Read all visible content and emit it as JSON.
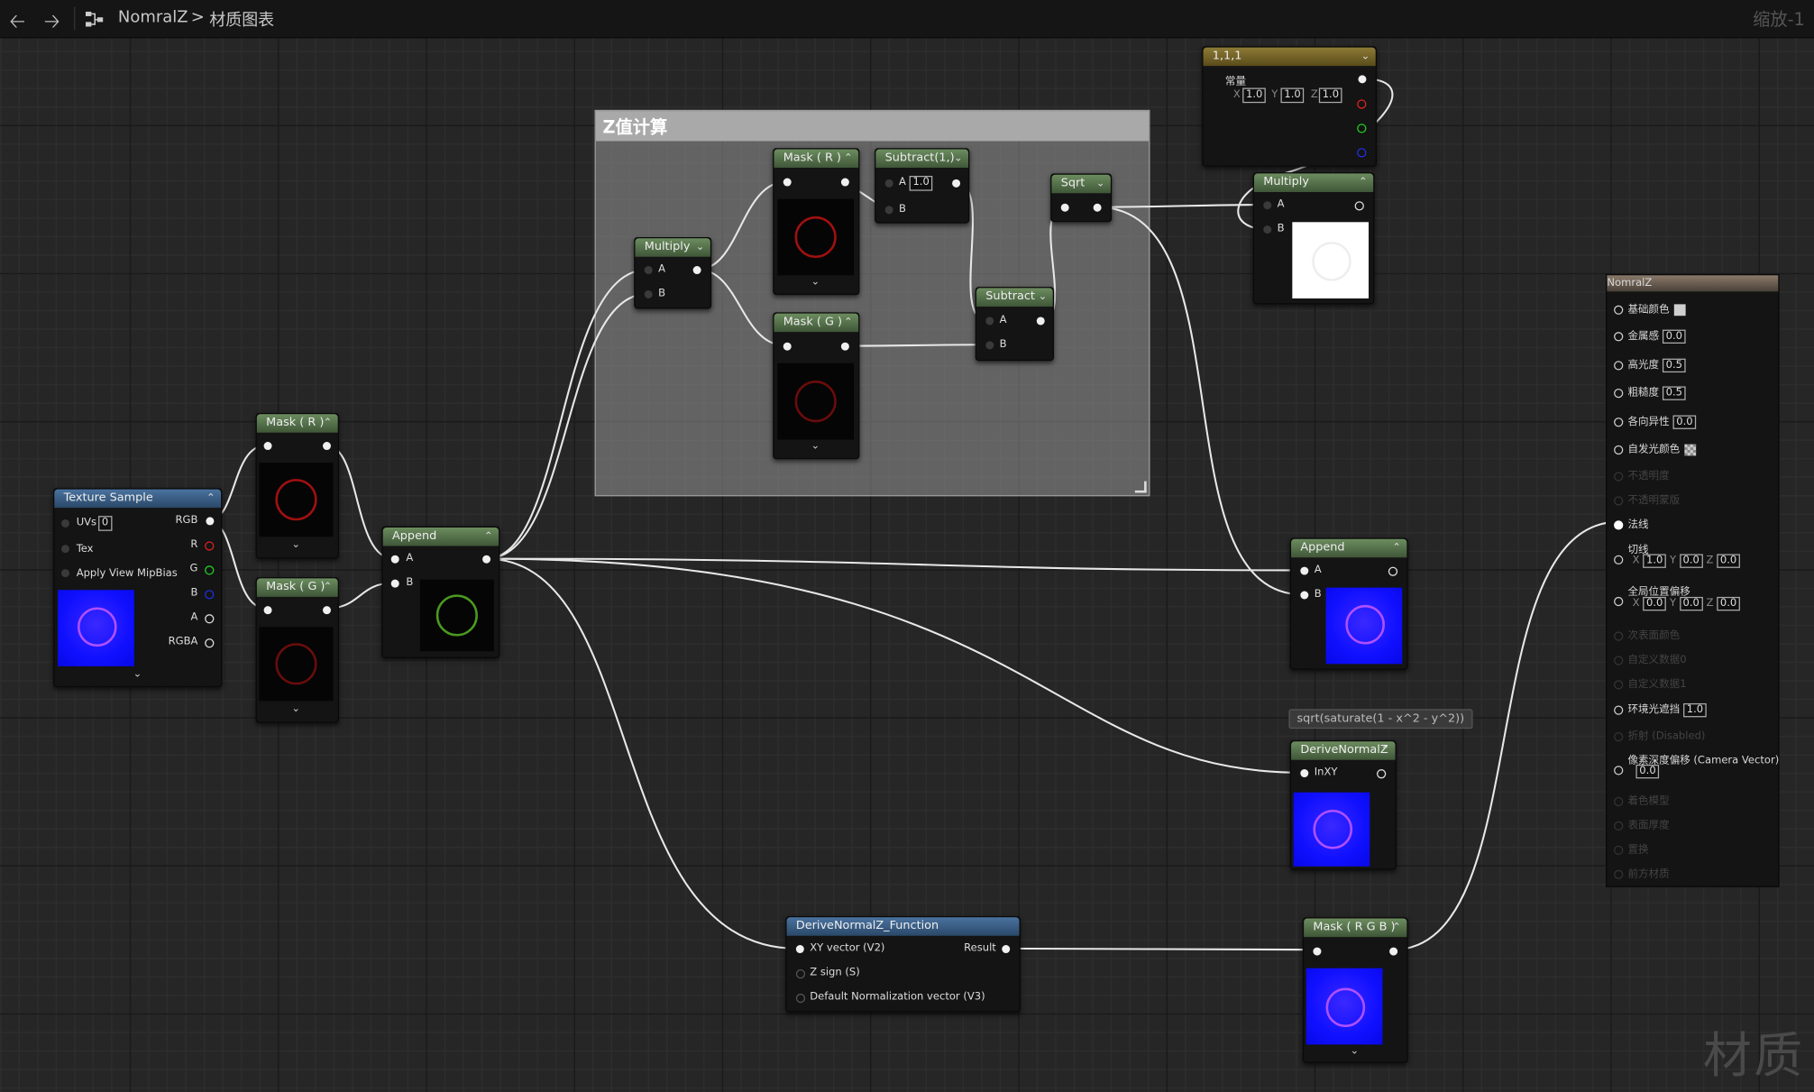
{
  "toolbar": {
    "back_icon": "arrow-left-icon",
    "forward_icon": "arrow-right-icon",
    "graph_icon": "material-graph-icon",
    "breadcrumb": [
      "NomralZ",
      "材质图表"
    ],
    "separator": ">",
    "zoom": "缩放-1"
  },
  "watermark": "材质",
  "comment": {
    "title": "Z值计算"
  },
  "nodes": {
    "texture_sample": {
      "title": "Texture Sample",
      "inputs": [
        "UVs",
        "Tex",
        "Apply View MipBias"
      ],
      "uvs_value": "0",
      "outputs": [
        "RGB",
        "R",
        "G",
        "B",
        "A",
        "RGBA"
      ]
    },
    "mask_r_left": {
      "title": "Mask ( R )"
    },
    "mask_g_left": {
      "title": "Mask ( G )"
    },
    "append_left": {
      "title": "Append",
      "inputs": [
        "A",
        "B"
      ]
    },
    "multiply_group": {
      "title": "Multiply",
      "inputs": [
        "A",
        "B"
      ]
    },
    "mask_r_group": {
      "title": "Mask ( R )"
    },
    "mask_g_group": {
      "title": "Mask ( G )"
    },
    "subtract_one": {
      "title": "Subtract(1,)",
      "a_label": "A",
      "a_value": "1.0",
      "b_label": "B"
    },
    "subtract": {
      "title": "Subtract",
      "inputs": [
        "A",
        "B"
      ]
    },
    "sqrt": {
      "title": "Sqrt"
    },
    "constant": {
      "title": "1,1,1",
      "label": "常量",
      "x_label": "X",
      "x": "1.0",
      "y_label": "Y",
      "y": "1.0",
      "z_label": "Z",
      "z": "1.0"
    },
    "multiply_top": {
      "title": "Multiply",
      "inputs": [
        "A",
        "B"
      ]
    },
    "append_right": {
      "title": "Append",
      "inputs": [
        "A",
        "B"
      ]
    },
    "tooltip": "sqrt(saturate(1 - x^2 - y^2))",
    "derive_normalz": {
      "title": "DeriveNormalZ",
      "input": "InXY"
    },
    "derive_function": {
      "title": "DeriveNormalZ_Function",
      "inputs": [
        "XY vector (V2)",
        "Z sign (S)",
        "Default Normalization vector (V3)"
      ],
      "output": "Result"
    },
    "mask_rgb": {
      "title": "Mask ( R G B )"
    }
  },
  "result_panel": {
    "title": "NomralZ",
    "rows": [
      {
        "label": "基础颜色",
        "value": "",
        "swatch": "#cfcfcf",
        "active": true
      },
      {
        "label": "金属感",
        "value": "0.0",
        "active": true
      },
      {
        "label": "高光度",
        "value": "0.5",
        "active": true
      },
      {
        "label": "粗糙度",
        "value": "0.5",
        "active": true
      },
      {
        "label": "各向异性",
        "value": "0.0",
        "active": true
      },
      {
        "label": "自发光颜色",
        "value": "",
        "swatch": "checker",
        "active": true
      },
      {
        "label": "不透明度",
        "value": "",
        "active": false
      },
      {
        "label": "不透明蒙版",
        "value": "",
        "active": false
      },
      {
        "label": "法线",
        "value": "",
        "active": true,
        "connected": true
      },
      {
        "label": "切线",
        "x": "1.0",
        "y": "0.0",
        "z": "0.0",
        "active": true
      },
      {
        "label": "全局位置偏移",
        "x": "0.0",
        "y": "0.0",
        "z": "0.0",
        "active": true
      },
      {
        "label": "次表面颜色",
        "value": "",
        "active": false
      },
      {
        "label": "自定义数据0",
        "value": "",
        "active": false
      },
      {
        "label": "自定义数据1",
        "value": "",
        "active": false
      },
      {
        "label": "环境光遮挡",
        "value": "1.0",
        "active": true
      },
      {
        "label": "折射 (Disabled)",
        "value": "",
        "active": false
      },
      {
        "label": "像素深度偏移 (Camera Vector)",
        "value": "0.0",
        "active": true
      },
      {
        "label": "着色模型",
        "value": "",
        "active": false
      },
      {
        "label": "表面厚度",
        "value": "",
        "active": false
      },
      {
        "label": "置换",
        "value": "",
        "active": false
      },
      {
        "label": "前方材质",
        "value": "",
        "active": false
      }
    ]
  }
}
